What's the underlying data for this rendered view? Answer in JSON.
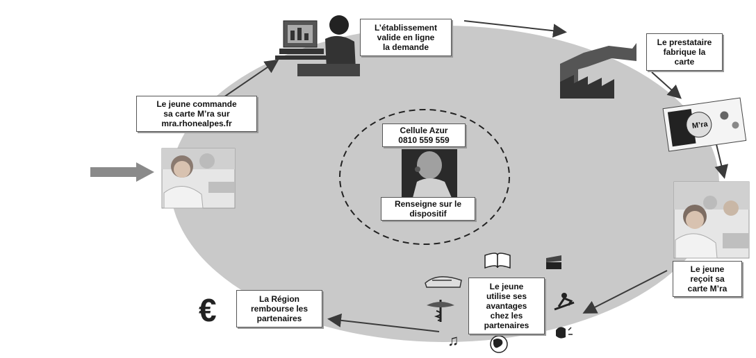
{
  "steps": {
    "commande": "Le jeune commande\nsa carte M’ra sur\nmra.rhonealpes.fr",
    "valide": "L’établissement\nvalide en ligne\nla demande",
    "fabrique": "Le prestataire\nfabrique la\ncarte",
    "recoit": "Le jeune\nreçoit sa\ncarte M’ra",
    "utilise": "Le jeune\nutilise ses\navantages\nchez les\npartenaires",
    "rembourse": "La Région\nrembourse les\npartenaires"
  },
  "center": {
    "name": "Cellule Azur\n0810 559 559",
    "role": "Renseigne sur le\ndispositif"
  },
  "card_logo": "M’ra",
  "euro_symbol": "€",
  "music_symbol": "♫",
  "colors": {
    "ellipse_fill": "#c9c9c9",
    "arrow": "#3a3a3a",
    "entry_arrow": "#8a8a8a",
    "box_border": "#555555"
  }
}
